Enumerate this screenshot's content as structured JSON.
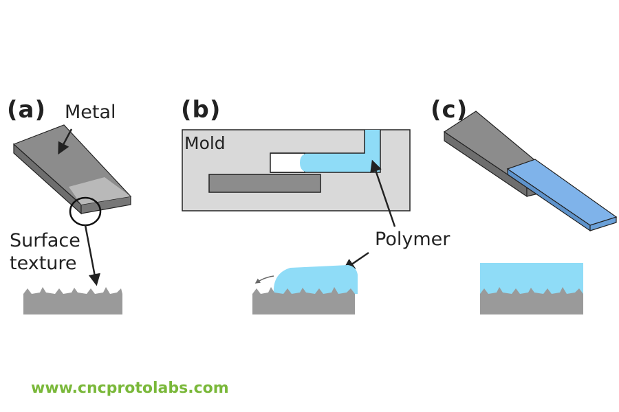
{
  "panels": [
    {
      "letter": "(a)"
    },
    {
      "letter": "(b)"
    },
    {
      "letter": "(c)"
    }
  ],
  "labels": {
    "metal": "Metal",
    "surface_texture_line1": "Surface",
    "surface_texture_line2": "texture",
    "mold": "Mold",
    "polymer": "Polymer"
  },
  "watermark": {
    "text": "www.cncprotolabs.com",
    "color": "#7ab83a"
  },
  "colors": {
    "metal_top": "#8c8c8c",
    "metal_side": "#6e6e6e",
    "metal_highlight": "#b9b9b9",
    "mold_fill": "#d9d9d9",
    "polymer": "#8fdcf7",
    "polymer_bar": "#7fb3ea",
    "texture": "#9a9a9a",
    "outline": "#222222"
  }
}
